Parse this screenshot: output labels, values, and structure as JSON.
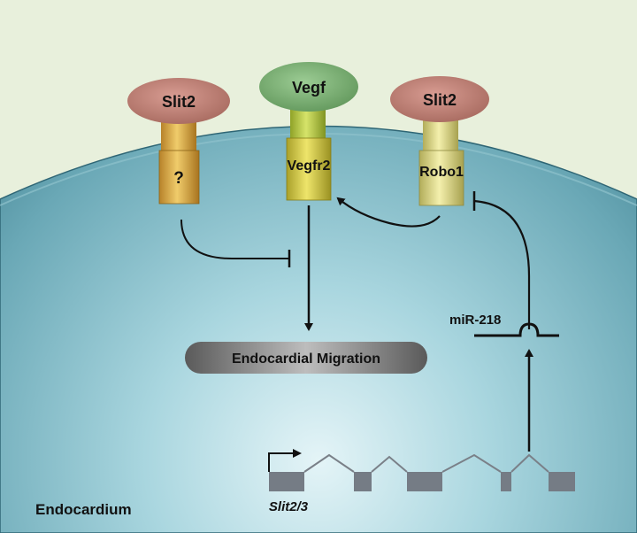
{
  "receptors": {
    "left": {
      "ligand": "Slit2",
      "receptor": "?"
    },
    "middle": {
      "ligand": "Vegf",
      "receptor": "Vegfr2"
    },
    "right": {
      "ligand": "Slit2",
      "receptor": "Robo1"
    }
  },
  "process": "Endocardial Migration",
  "mirna": "miR-218",
  "gene": "Slit2/3",
  "tissue": "Endocardium",
  "colors": {
    "background": "#e8f0dc",
    "cell_outer": "#4f8b99",
    "cell_inner": "#dbeff3",
    "slit_ligand": "#c9857a",
    "vegf_ligand": "#7fb07a",
    "receptor_yellow": "#d7cc47",
    "receptor_orange": "#d8a64a",
    "process_pill": "#6d6d6d"
  }
}
